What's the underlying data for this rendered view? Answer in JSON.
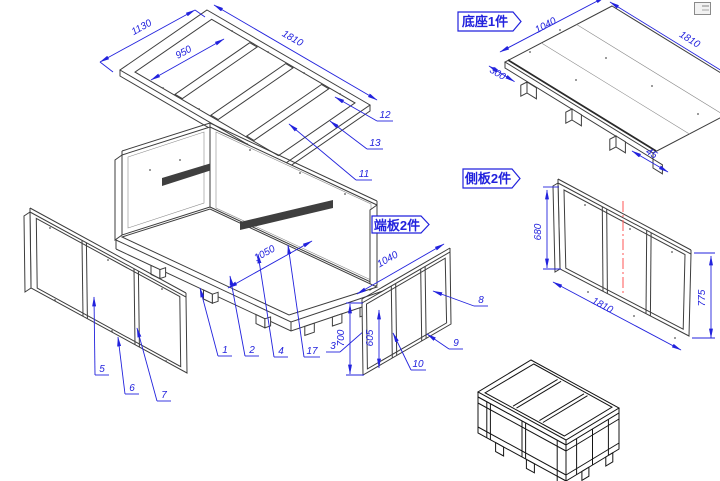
{
  "view_labels": {
    "base": "底座1件",
    "side": "側板2件",
    "end": "端板2件"
  },
  "dims": {
    "d1130": "1130",
    "d1810": "1810",
    "d950": "950",
    "d1050": "1050",
    "d1040": "1040",
    "d300": "300",
    "d45": "45",
    "d680": "680",
    "d775": "775",
    "d700": "700",
    "d605": "605"
  },
  "callouts": {
    "n1": "1",
    "n2": "2",
    "n3": "3",
    "n4": "4",
    "n5": "5",
    "n6": "6",
    "n7": "7",
    "n8": "8",
    "n9": "9",
    "n10": "10",
    "n11": "11",
    "n12": "12",
    "n13": "13",
    "n17": "17"
  },
  "colors": {
    "dimension_blue": "#2222dd",
    "drawing_line": "#3d3d3d",
    "assembled_line": "#141414",
    "centerline_red": "#ff5555",
    "background": "#ffffff"
  }
}
